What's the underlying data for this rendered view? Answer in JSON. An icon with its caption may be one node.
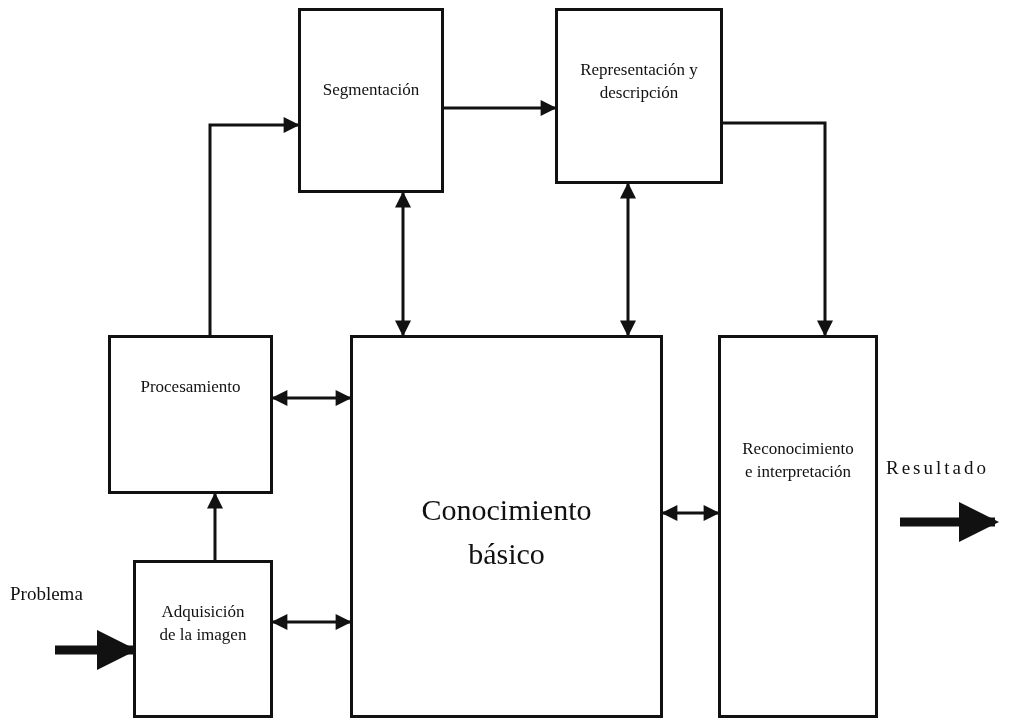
{
  "diagram": {
    "nodes": [
      {
        "text": [
          "Segmentación"
        ]
      },
      {
        "text": [
          "Representación y descripción"
        ]
      },
      {
        "text": [
          "Procesamiento"
        ]
      },
      {
        "text": [
          "Conocimiento básico"
        ]
      },
      {
        "text": [
          "Reconocimiento e interpretación"
        ]
      },
      {
        "text": [
          "Adquisición de la imagen"
        ]
      }
    ],
    "edges": [
      {
        "from": 2,
        "to": 0,
        "arrow": "to"
      },
      {
        "from": 0,
        "to": 1,
        "arrow": "to"
      },
      {
        "from": 1,
        "to": 4,
        "arrow": "to"
      },
      {
        "from": 0,
        "to": 3,
        "arrow": "both"
      },
      {
        "from": 1,
        "to": 3,
        "arrow": "both"
      },
      {
        "from": 2,
        "to": 3,
        "arrow": "both"
      },
      {
        "from": 5,
        "to": 2,
        "arrow": "to"
      },
      {
        "from": 5,
        "to": 3,
        "arrow": "both"
      },
      {
        "from": 3,
        "to": 4,
        "arrow": "both"
      },
      {
        "from": null,
        "to": 5,
        "arrow": "to",
        "style": "thick"
      },
      {
        "from": 4,
        "to": null,
        "arrow": "to",
        "style": "thick"
      }
    ],
    "labels": [
      "Problema",
      "Resultado"
    ]
  }
}
